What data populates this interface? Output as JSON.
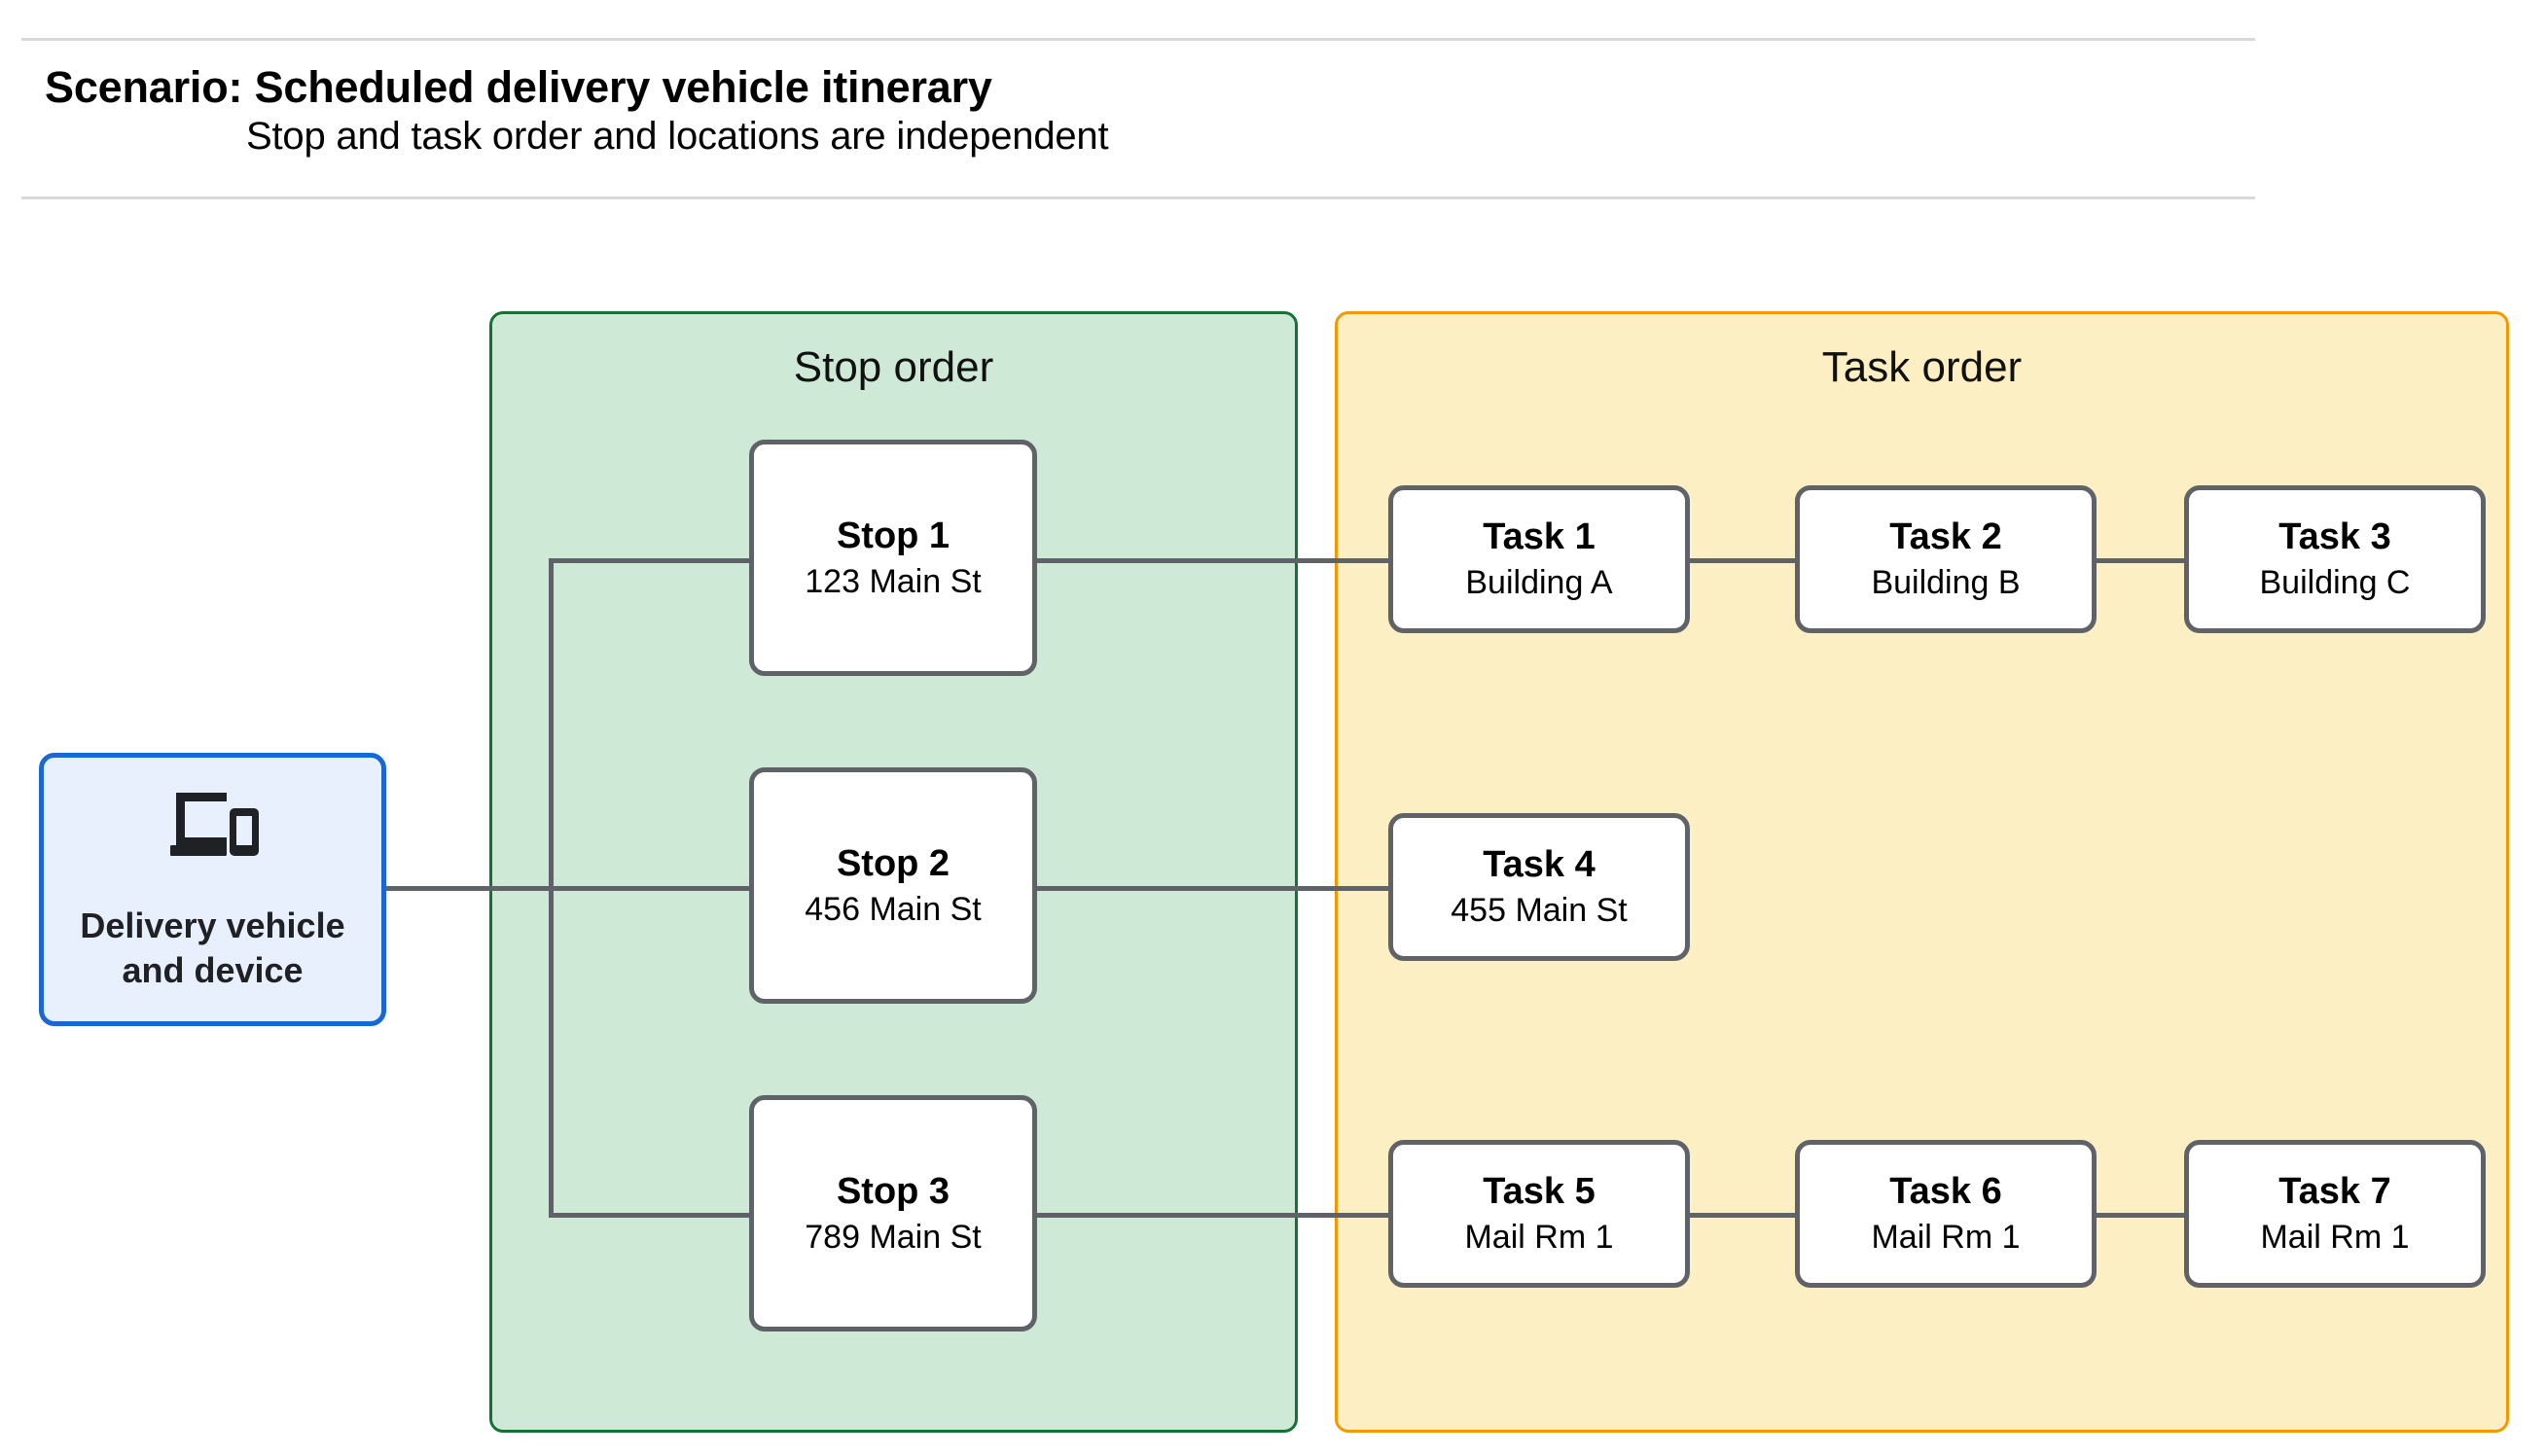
{
  "header": {
    "title": "Scenario: Scheduled delivery vehicle itinerary",
    "subtitle": "Stop and task order and locations are independent"
  },
  "vehicle": {
    "icon": "devices-icon",
    "label_line1": "Delivery vehicle",
    "label_line2": "and device"
  },
  "panels": {
    "stop": {
      "heading": "Stop order",
      "fill": "#ceead6",
      "border": "#137333"
    },
    "task": {
      "heading": "Task order",
      "fill": "#fcefc3",
      "border": "#f29900"
    }
  },
  "stops": [
    {
      "title": "Stop 1",
      "location": "123 Main St"
    },
    {
      "title": "Stop 2",
      "location": "456 Main St"
    },
    {
      "title": "Stop 3",
      "location": "789 Main St"
    }
  ],
  "tasks": [
    {
      "title": "Task 1",
      "location": "Building A"
    },
    {
      "title": "Task 2",
      "location": "Building B"
    },
    {
      "title": "Task 3",
      "location": "Building C"
    },
    {
      "title": "Task 4",
      "location": "455 Main St"
    },
    {
      "title": "Task 5",
      "location": "Mail Rm 1"
    },
    {
      "title": "Task 6",
      "location": "Mail Rm 1"
    },
    {
      "title": "Task 7",
      "location": "Mail Rm 1"
    }
  ],
  "colors": {
    "connector": "#5f6368",
    "node_border": "#5f6368",
    "vehicle_fill": "#e8f0fe",
    "vehicle_border": "#1967d2",
    "rule": "#d9d9d9"
  }
}
